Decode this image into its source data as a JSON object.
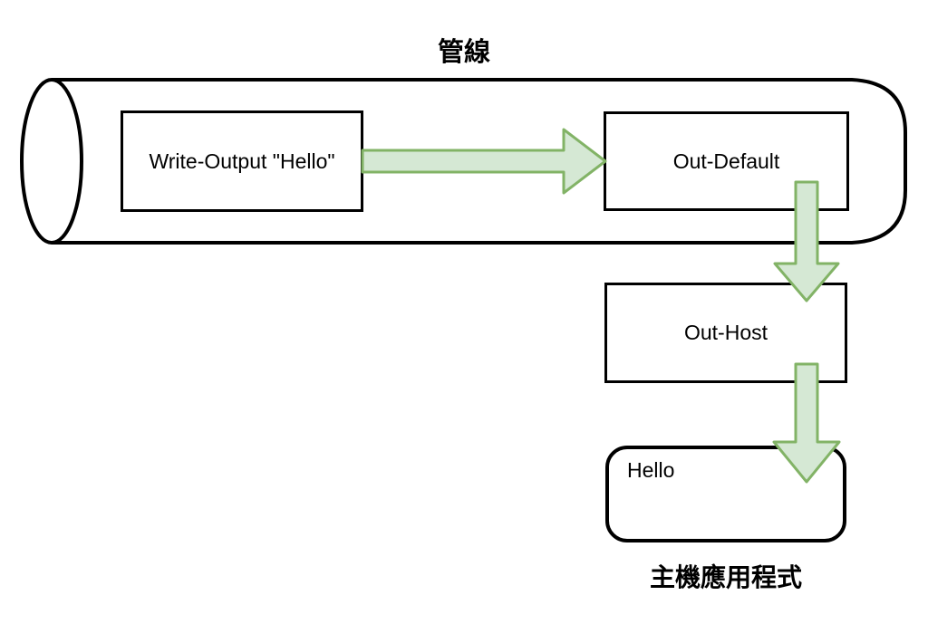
{
  "diagram": {
    "title": "管線",
    "host_label": "主機應用程式",
    "nodes": {
      "write_output": {
        "label": "Write-Output \"Hello\""
      },
      "out_default": {
        "label": "Out-Default"
      },
      "out_host": {
        "label": "Out-Host"
      },
      "hello": {
        "label": "Hello"
      }
    },
    "connections": [
      {
        "from": "Write-Output \"Hello\"",
        "to": "Out-Default",
        "direction": "right"
      },
      {
        "from": "Out-Default",
        "to": "Out-Host",
        "direction": "down"
      },
      {
        "from": "Out-Host",
        "to": "Hello",
        "direction": "down"
      }
    ],
    "colors": {
      "arrow_fill": "#d5e8d4",
      "arrow_stroke": "#82b366",
      "shape_border": "#000000",
      "background": "#ffffff",
      "text": "#000000"
    }
  }
}
